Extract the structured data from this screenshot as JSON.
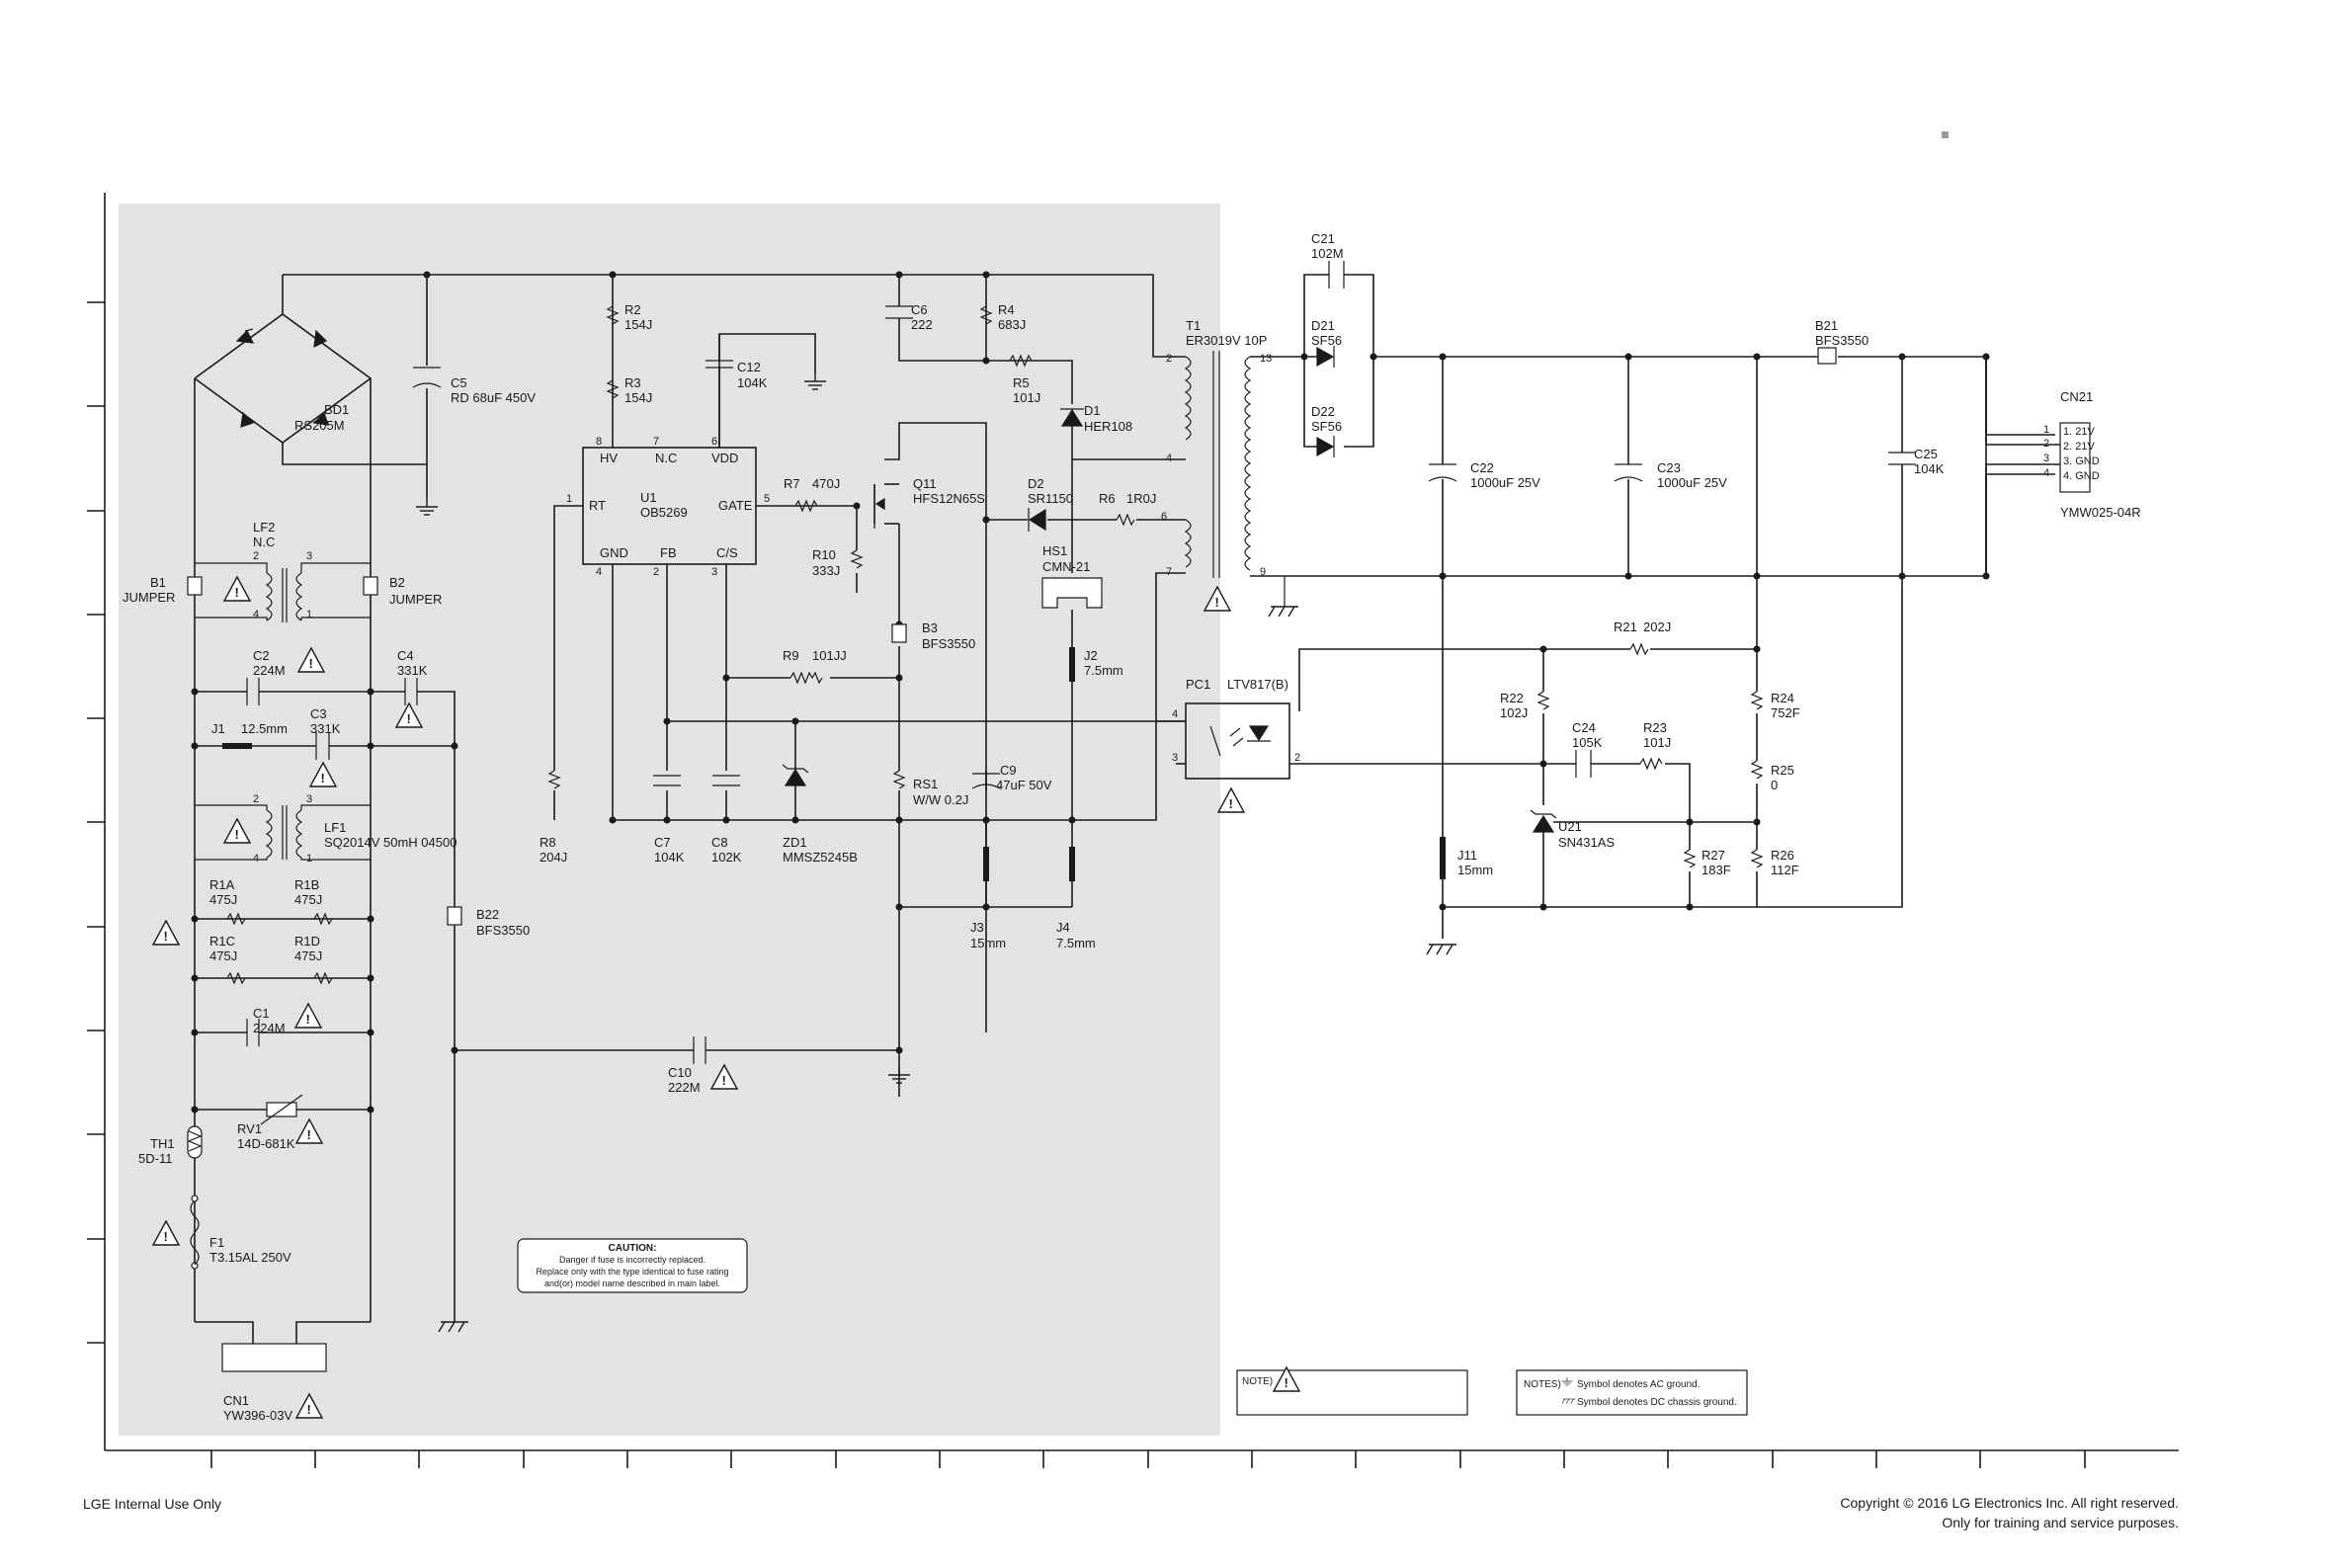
{
  "footer": {
    "left": "LGE Internal Use Only",
    "right_line1": "Copyright © 2016 LG Electronics Inc. All right reserved.",
    "right_line2": "Only for training and service purposes."
  },
  "caution": {
    "title": "CAUTION:",
    "line1": "Danger if fuse is incorrectly replaced.",
    "line2": "Replace only with the type identical to fuse rating",
    "line3": "and(or) model name described in main label."
  },
  "notes": {
    "box1": "NOTE)",
    "box2_title": "NOTES)",
    "box2_line1": "Symbol denotes AC ground.",
    "box2_line2": "Symbol denotes DC chassis ground."
  },
  "components": {
    "bd1": [
      "BD1",
      "RS205M"
    ],
    "c5": [
      "C5",
      "RD 68uF 450V"
    ],
    "r2": [
      "R2",
      "154J"
    ],
    "r3": [
      "R3",
      "154J"
    ],
    "c12": [
      "C12",
      "104K"
    ],
    "c6": [
      "C6",
      "222"
    ],
    "r4": [
      "R4",
      "683J"
    ],
    "r5": [
      "R5",
      "101J"
    ],
    "d1": [
      "D1",
      "HER108"
    ],
    "t1": [
      "T1",
      "ER3019V 10P"
    ],
    "u1": [
      "U1",
      "OB5269"
    ],
    "u1_pins": [
      "HV",
      "N.C",
      "VDD",
      "RT",
      "GATE",
      "GND",
      "FB",
      "C/S"
    ],
    "r7": [
      "R7",
      "470J"
    ],
    "q11": [
      "Q11",
      "HFS12N65S"
    ],
    "d2": [
      "D2",
      "SR1150"
    ],
    "r6": [
      "R6",
      "1R0J"
    ],
    "r10": [
      "R10",
      "333J"
    ],
    "hs1": [
      "HS1",
      "CMN-21"
    ],
    "b3": [
      "B3",
      "BFS3550"
    ],
    "j2": [
      "J2",
      "7.5mm"
    ],
    "r9": [
      "R9",
      "101JJ"
    ],
    "rs1": [
      "RS1",
      "W/W 0.2J"
    ],
    "c9": [
      "C9",
      "47uF 50V"
    ],
    "r8": [
      "R8",
      "204J"
    ],
    "c7": [
      "C7",
      "104K"
    ],
    "c8": [
      "C8",
      "102K"
    ],
    "zd1": [
      "ZD1",
      "MMSZ5245B"
    ],
    "j3": [
      "J3",
      "15mm"
    ],
    "j4": [
      "J4",
      "7.5mm"
    ],
    "lf2": [
      "LF2",
      "N.C"
    ],
    "b1": [
      "B1",
      "JUMPER"
    ],
    "b2": [
      "B2",
      "JUMPER"
    ],
    "c2": [
      "C2",
      "224M"
    ],
    "c4": [
      "C4",
      "331K"
    ],
    "j1": [
      "J1",
      "12.5mm"
    ],
    "c3": [
      "C3",
      "331K"
    ],
    "lf1": [
      "LF1",
      "SQ2014V 50mH 04500"
    ],
    "b22": [
      "B22",
      "BFS3550"
    ],
    "r1a": [
      "R1A",
      "475J"
    ],
    "r1b": [
      "R1B",
      "475J"
    ],
    "r1c": [
      "R1C",
      "475J"
    ],
    "r1d": [
      "R1D",
      "475J"
    ],
    "c1": [
      "C1",
      "224M"
    ],
    "c10": [
      "C10",
      "222M"
    ],
    "rv1": [
      "RV1",
      "14D-681K"
    ],
    "th1": [
      "TH1",
      "5D-11"
    ],
    "f1": [
      "F1",
      "T3.15AL 250V"
    ],
    "cn1": [
      "CN1",
      "YW396-03V"
    ],
    "c21": [
      "C21",
      "102M"
    ],
    "d21": [
      "D21",
      "SF56"
    ],
    "d22": [
      "D22",
      "SF56"
    ],
    "b21": [
      "B21",
      "BFS3550"
    ],
    "cn21": [
      "CN21",
      "YMW025-04R"
    ],
    "cn21_pins": [
      "1. 21V",
      "2. 21V",
      "3. GND",
      "4. GND"
    ],
    "c22": [
      "C22",
      "1000uF 25V"
    ],
    "c23": [
      "C23",
      "1000uF 25V"
    ],
    "c25": [
      "C25",
      "104K"
    ],
    "pc1": [
      "PC1",
      "LTV817(B)"
    ],
    "r21": [
      "R21",
      "202J"
    ],
    "r22": [
      "R22",
      "102J"
    ],
    "c24": [
      "C24",
      "105K"
    ],
    "r23": [
      "R23",
      "101J"
    ],
    "r24": [
      "R24",
      "752F"
    ],
    "r25": [
      "R25",
      "0"
    ],
    "u21": [
      "U21",
      "SN431AS"
    ],
    "r27": [
      "R27",
      "183F"
    ],
    "r26": [
      "R26",
      "112F"
    ],
    "j11": [
      "J11",
      "15mm"
    ]
  }
}
